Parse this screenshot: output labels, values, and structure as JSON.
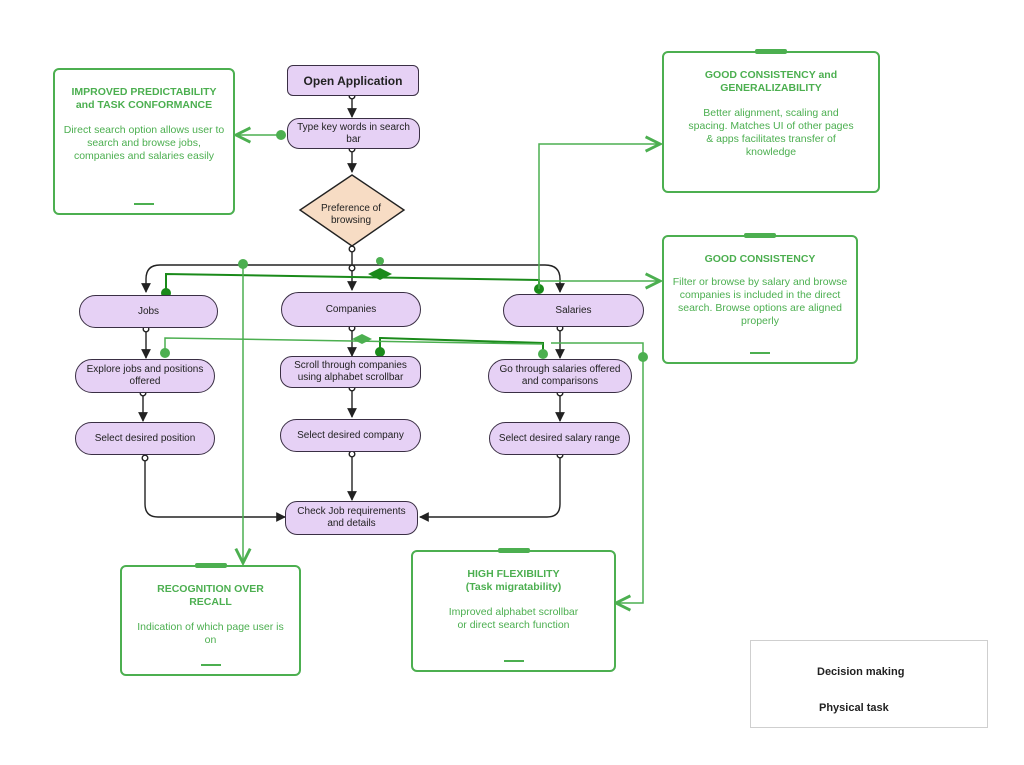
{
  "nodes": {
    "open_app": "Open Application",
    "type_keywords": "Type key words in search bar",
    "preference": "Preference of browsing",
    "jobs": "Jobs",
    "companies": "Companies",
    "salaries": "Salaries",
    "explore_jobs": "Explore jobs and positions offered",
    "scroll_companies": "Scroll through companies using alphabet scrollbar",
    "go_salaries": "Go through salaries offered and comparisons",
    "select_position": "Select desired position",
    "select_company": "Select desired company",
    "select_salary": "Select desired salary range",
    "check_job": "Check Job requirements and details"
  },
  "cards": {
    "predictability": {
      "title": "IMPROVED PREDICTABILITY and TASK CONFORMANCE",
      "body": "Direct search option allows user to search and browse jobs, companies and salaries easily"
    },
    "consistency_general": {
      "title": "GOOD CONSISTENCY and GENERALIZABILITY",
      "body": "Better alignment, scaling and spacing. Matches UI of other pages & apps facilitates transfer of knowledge"
    },
    "consistency": {
      "title": "GOOD CONSISTENCY",
      "body": "Filter or browse by salary and browse companies is included in the direct search. Browse options are aligned properly"
    },
    "recognition": {
      "title": "RECOGNITION OVER RECALL",
      "body": "Indication of which page user is on"
    },
    "flexibility": {
      "title": "HIGH FLEXIBILITY (Task migratability)",
      "body": "Improved alphabet scrollbar or direct search function"
    }
  },
  "legend": {
    "decision": "Decision making",
    "physical": "Physical task"
  },
  "colors": {
    "task_fill": "#e6d1f5",
    "decision_fill": "#f7dcc4",
    "accent_green": "#4caf50",
    "dark_green": "#1a8a1a",
    "connector": "#222222"
  }
}
